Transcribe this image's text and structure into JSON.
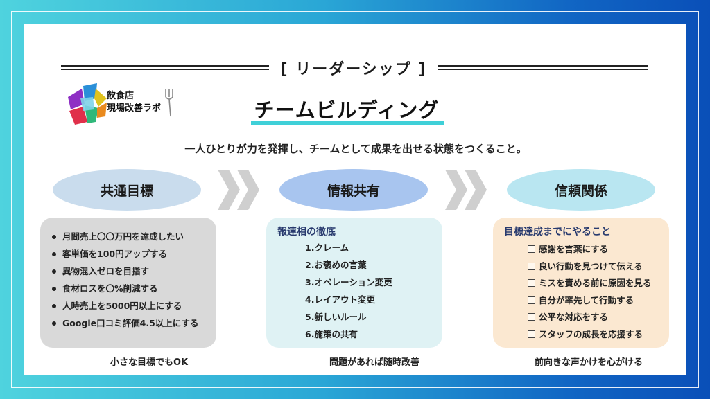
{
  "header": {
    "category": "[ リーダーシップ ]"
  },
  "logo": {
    "line1": "飲食店",
    "line2": "現場改善ラボ"
  },
  "title": "チームビルディング",
  "subtitle": "一人ひとりが力を発揮し、チームとして成果を出せる状態をつくること。",
  "steps": [
    {
      "label": "共通目標",
      "items": [
        "月間売上〇〇万円を達成したい",
        "客単価を100円アップする",
        "異物混入ゼロを目指す",
        "食材ロスを〇%削減する",
        "人時売上を5000円以上にする",
        "Google口コミ評価4.5以上にする"
      ],
      "caption": "小さな目標でもOK"
    },
    {
      "label": "情報共有",
      "heading": "報連相の徹底",
      "items": [
        "1.クレーム",
        "2.お褒めの言葉",
        "3.オペレーション変更",
        "4.レイアウト変更",
        "5.新しいルール",
        "6.施策の共有"
      ],
      "caption": "問題があれば随時改善"
    },
    {
      "label": "信頼関係",
      "heading": "目標達成までにやること",
      "items": [
        "感謝を言葉にする",
        "良い行動を見つけて伝える",
        "ミスを責める前に原因を見る",
        "自分が率先して行動する",
        "公平な対応をする",
        "スタッフの成長を応援する"
      ],
      "caption": "前向きな声かけを心がける"
    }
  ],
  "colors": {
    "accent_underline": "#3fd0d8",
    "oval_1": "#c9dced",
    "oval_2": "#a8c5ef",
    "oval_3": "#b9e6f1",
    "box_1": "#d9d9d9",
    "box_2": "#dff2f4",
    "box_3": "#fbe8d1",
    "heading_navy": "#283a6e"
  },
  "icons": [
    "chevron-right-double-icon",
    "checkbox-icon",
    "bullet-dot-icon",
    "fork-icon"
  ]
}
